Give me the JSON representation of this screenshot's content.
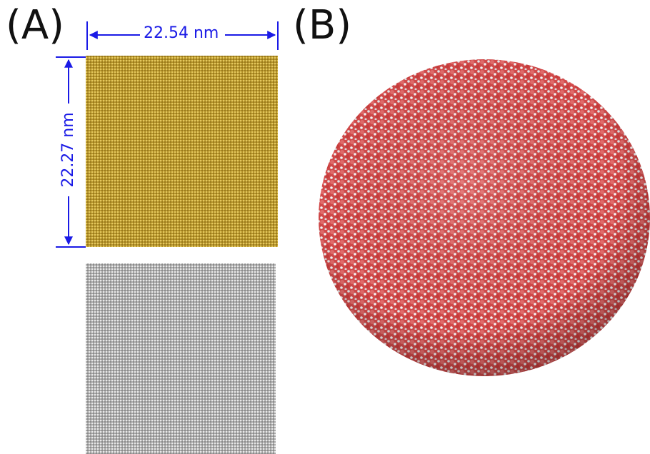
{
  "panels": {
    "a": {
      "label": "(A)",
      "width_dimension": "22.54 nm",
      "height_dimension": "22.27 nm"
    },
    "b": {
      "label": "(B)"
    }
  },
  "colors": {
    "gold_slab": "#c8a93a",
    "silver_slab": "#b8b8b8",
    "dimension_lines": "#1a1ae6",
    "oxygen": "#e06060",
    "hydrogen": "#f2f2f2"
  }
}
